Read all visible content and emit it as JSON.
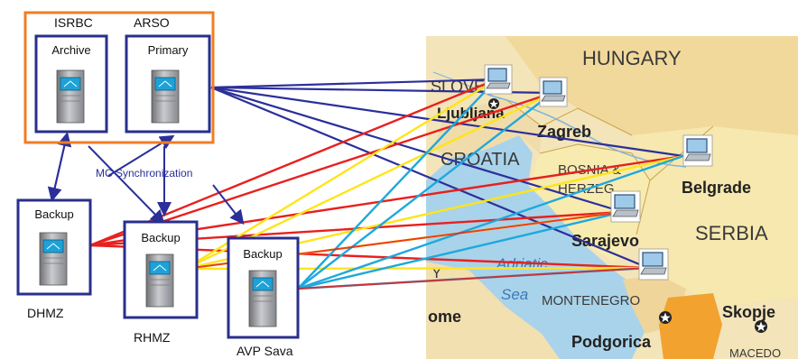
{
  "orgs": {
    "isrbc": "ISRBC",
    "arso": "ARSO"
  },
  "servers": {
    "archive": "Archive",
    "primary": "Primary",
    "backup_dhmz": "Backup",
    "backup_rhmz": "Backup",
    "backup_avp": "Backup"
  },
  "site_labels": {
    "dhmz": "DHMZ",
    "rhmz": "RHMZ",
    "avp": "AVP Sava"
  },
  "sync_label": "MC Synchronization",
  "map": {
    "countries": {
      "hungary": "HUNGARY",
      "slovenia": "SLOVENIA",
      "croatia": "CROATIA",
      "bosnia": "BOSNIA &",
      "herzeg": "HERZEG",
      "serbia": "SERBIA",
      "montenegro": "MONTENEGRO"
    },
    "cities": {
      "ljubljana": "Ljubljana",
      "zagreb": "Zagreb",
      "belgrade": "Belgrade",
      "sarajevo": "Sarajevo",
      "podgorica": "Podgorica",
      "skopje": "Skopje",
      "rome": "ome"
    },
    "sea": {
      "adriatic": "Adriatic",
      "sea": "Sea"
    },
    "fragments": {
      "y": "Y",
      "maced": "MACEDO"
    }
  },
  "colors": {
    "frame_orange": "#f07d23",
    "server_frame_blue": "#2a2f8c",
    "link_navy": "#2b2f9a",
    "link_red": "#e8201e",
    "link_yellow": "#ffe41a",
    "link_cyan": "#1ea9dc",
    "sea_blue": "#a9d3ea",
    "land_tan": "#f3e1b1",
    "land_yellow": "#f5e9a6"
  }
}
